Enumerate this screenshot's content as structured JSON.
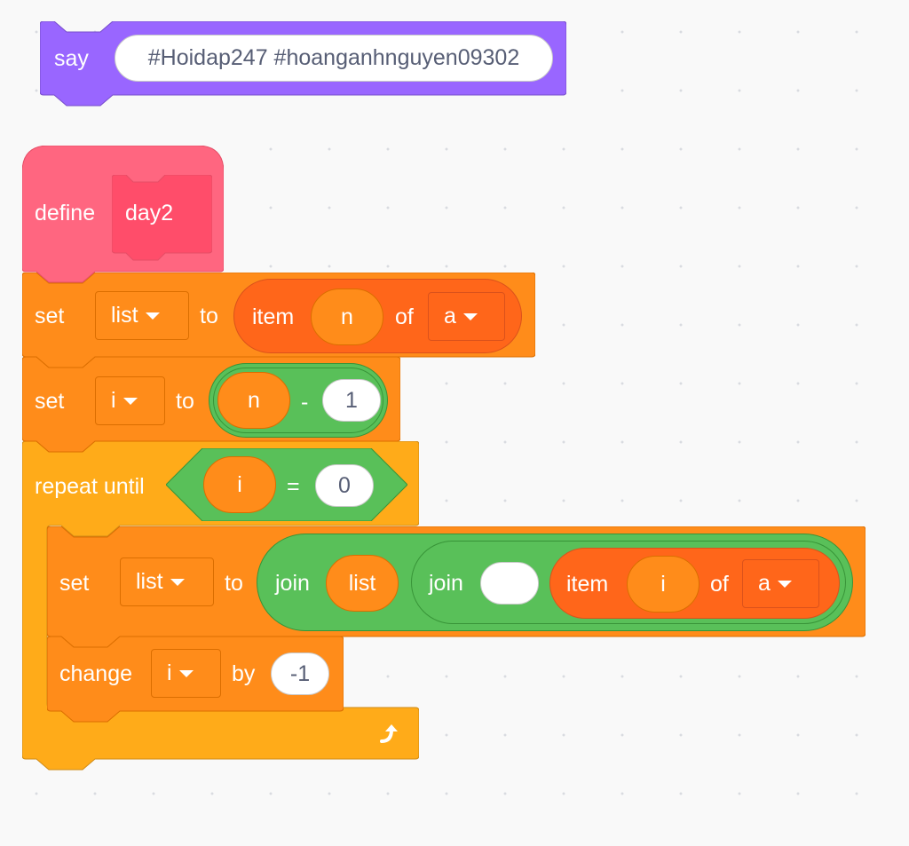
{
  "say_block": {
    "label": "say",
    "message": "#Hoidap247 #hoanganhnguyen09302"
  },
  "define_block": {
    "label": "define",
    "name": "day2"
  },
  "set_list_item": {
    "set_label": "set",
    "variable": "list",
    "to_label": "to",
    "item_label": "item",
    "index": "n",
    "of_label": "of",
    "list_name": "a"
  },
  "set_i": {
    "set_label": "set",
    "variable": "i",
    "to_label": "to",
    "left": "n",
    "operator": "-",
    "right": "1"
  },
  "repeat_until": {
    "label": "repeat until",
    "left": "i",
    "operator": "=",
    "right": "0"
  },
  "set_list_join": {
    "set_label": "set",
    "variable": "list",
    "to_label": "to",
    "join1_label": "join",
    "join1_arg": "list",
    "join2_label": "join",
    "join2_arg": "",
    "item_label": "item",
    "index": "i",
    "of_label": "of",
    "list_name": "a"
  },
  "change_i": {
    "label": "change",
    "variable": "i",
    "by_label": "by",
    "value": "-1"
  },
  "icons": {
    "dropdown": "caret-down-icon",
    "loop": "loop-arrow-icon"
  },
  "colors": {
    "looks": "#9966ff",
    "custom": "#ff6680",
    "variables": "#ff8c1a",
    "list_reporter": "#ff661a",
    "operators": "#59c059",
    "control": "#ffab19"
  }
}
